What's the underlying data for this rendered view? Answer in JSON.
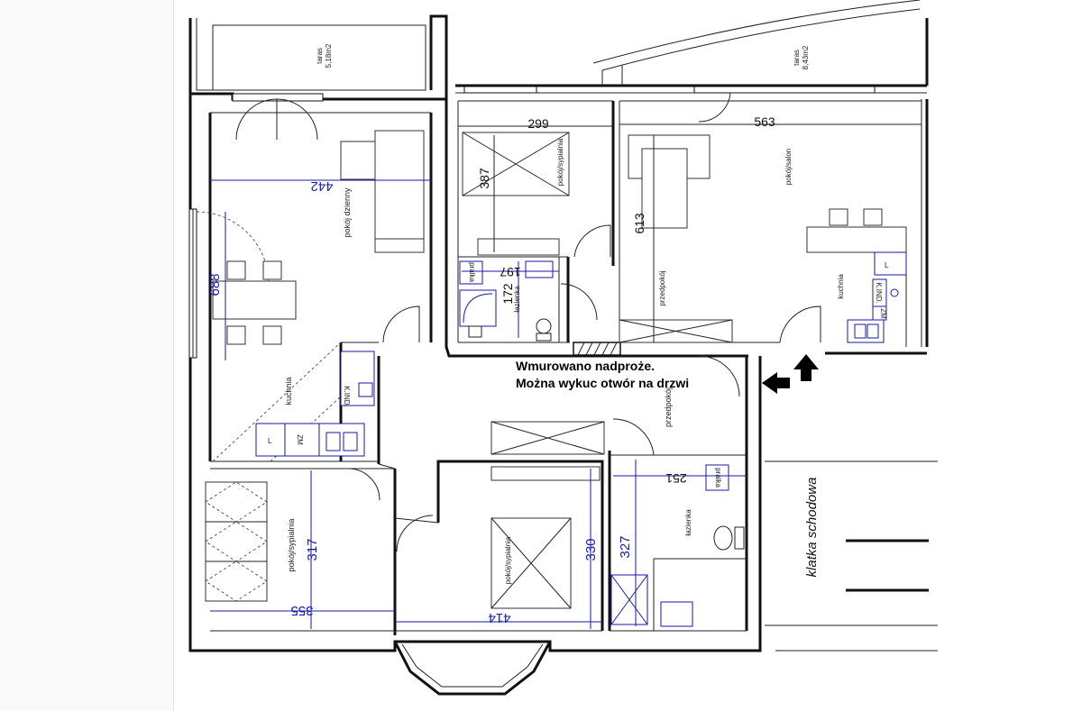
{
  "rooms": {
    "taras_left": {
      "name": "taras",
      "area": "5,18m2"
    },
    "taras_right": {
      "name": "taras",
      "area": "8,43m2"
    },
    "pokoj_dzienny": "pokój dzienny",
    "kuchnia_left": "kuchnia",
    "pokoj_sypialnia_top": "pokój/sypialnia",
    "pokoj_salon": "pokój/salon",
    "lazienka_top": "łazienka",
    "przedpokoj_top": "przedpokój",
    "kuchnia_right": "kuchnia",
    "przedpokoj_mid": "przedpokój",
    "pokoj_sypialnia_left": "pokój/sypialnia",
    "pokoj_sypialnia_bottom": "pokój/sypialnia",
    "lazienka_bottom": "łazienka",
    "klatka": "klatka schodowa"
  },
  "dims": {
    "d442": "442",
    "d688": "688",
    "d299": "299",
    "d387": "387",
    "d563": "563",
    "d613": "613",
    "d197": "197",
    "d172": "172",
    "d317": "317",
    "d355": "355",
    "d330": "330",
    "d414": "414",
    "d327": "327",
    "d251": "251"
  },
  "fixtures": {
    "pralka": "pralka",
    "kind": "K.IND.",
    "zm": "ZM",
    "l": "L"
  },
  "note": {
    "line1": "Wmurowano nadproże.",
    "line2": "Można wykuc otwór na drzwi"
  },
  "colors": {
    "dimension": "#1a1aa8",
    "wall": "#111111",
    "background": "#ffffff"
  },
  "icons": [
    "arrow-left-icon",
    "arrow-up-icon"
  ]
}
